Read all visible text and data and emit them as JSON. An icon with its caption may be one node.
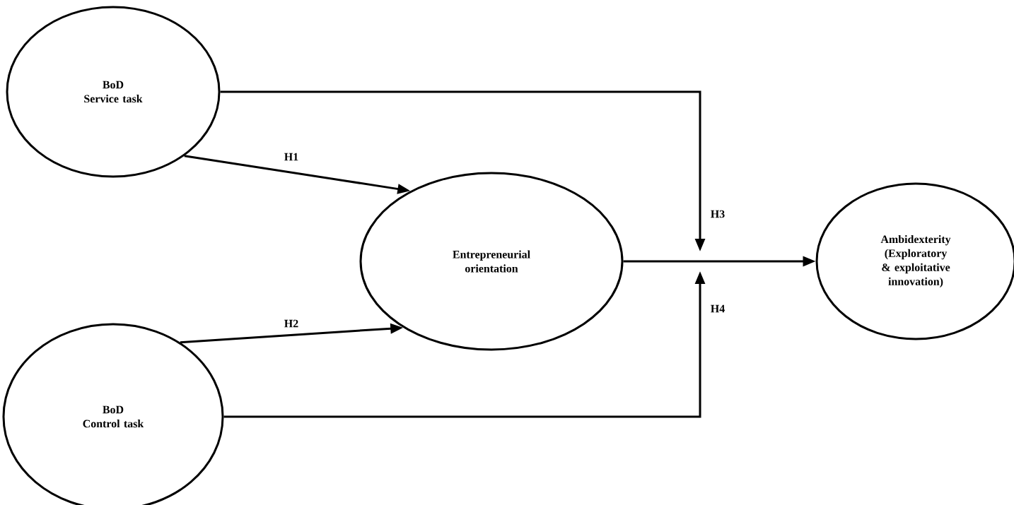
{
  "diagram": {
    "nodes": [
      {
        "text": [
          "BoD",
          "Service task"
        ]
      },
      {
        "text": [
          "Entrepreneurial orientation"
        ]
      },
      {
        "text": [
          "Ambidexterity (Exploratory & exploitative innovation)"
        ]
      },
      {
        "text": [
          "BoD",
          "Control task"
        ]
      }
    ],
    "edges": [
      {
        "from": 0,
        "to": 1,
        "arrow": "to",
        "label": "H1"
      },
      {
        "from": 3,
        "to": 1,
        "arrow": "to",
        "label": "H2"
      },
      {
        "from": 1,
        "to": 2,
        "arrow": "to"
      },
      {
        "from": 0,
        "to": null,
        "arrow": "to",
        "label": "H3"
      },
      {
        "from": 3,
        "to": null,
        "arrow": "to",
        "label": "H4"
      }
    ]
  }
}
